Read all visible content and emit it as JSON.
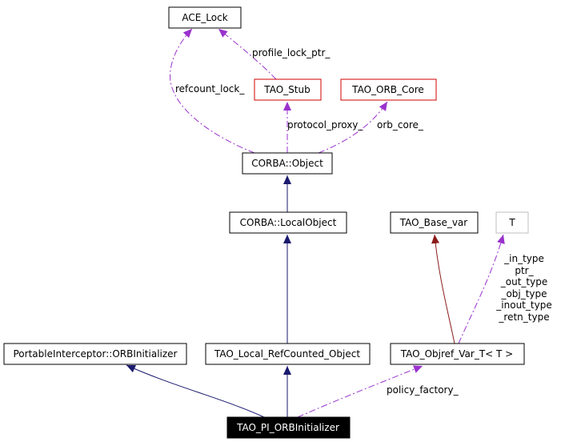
{
  "colors": {
    "black_border": "#000000",
    "red_border": "#d00000",
    "grey_border": "#bfbfbf",
    "inherit_edge": "#1a1a6e",
    "template_edge": "#8b1a1a",
    "usage_edge": "#9a32cd",
    "highlight_fill": "#000000",
    "highlight_text": "#ffffff"
  },
  "nodes": {
    "ace_lock": "ACE_Lock",
    "tao_stub": "TAO_Stub",
    "tao_orb_core": "TAO_ORB_Core",
    "corba_object": "CORBA::Object",
    "corba_localobject": "CORBA::LocalObject",
    "tao_base_var": "TAO_Base_var",
    "t": "T",
    "portable_interceptor": "PortableInterceptor::ORBInitializer",
    "tao_local_refcounted": "TAO_Local_RefCounted_Object",
    "tao_objref_var": "TAO_Objref_Var_T< T >",
    "tao_pi_orbinitializer": "TAO_PI_ORBInitializer"
  },
  "edge_labels": {
    "profile_lock_ptr": "profile_lock_ptr_",
    "refcount_lock": "refcount_lock_",
    "protocol_proxy": "protocol_proxy_",
    "orb_core": "orb_core_",
    "template_params": [
      "_in_type",
      "ptr_",
      "_out_type",
      "_obj_type",
      "_inout_type",
      "_retn_type"
    ],
    "policy_factory": "policy_factory_"
  }
}
